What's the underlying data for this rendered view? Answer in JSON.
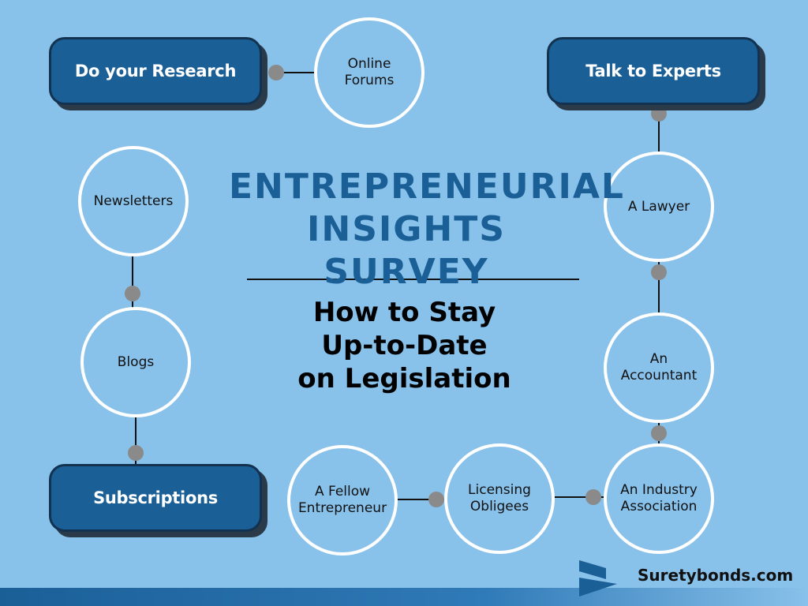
{
  "diagram": {
    "title": "ENTREPRENEURIAL\nINSIGHTS SURVEY",
    "subtitle": "How to Stay\nUp-to-Date\non Legislation"
  },
  "categories": {
    "research": "Do your Research",
    "experts": "Talk to Experts",
    "subscriptions": "Subscriptions"
  },
  "nodes": {
    "online_forums": "Online\nForums",
    "newsletters": "Newsletters",
    "blogs": "Blogs",
    "lawyer": "A Lawyer",
    "accountant": "An\nAccountant",
    "industry_association": "An Industry\nAssociation",
    "licensing_obligees": "Licensing\nObligees",
    "fellow_entrepreneur": "A Fellow\nEntrepreneur"
  },
  "brand": {
    "name": "Suretybonds.com"
  },
  "colors": {
    "background": "#88c1ea",
    "pill": "#1b5f97",
    "title": "#1b5f97",
    "connector_dot": "#8a8a8a"
  }
}
